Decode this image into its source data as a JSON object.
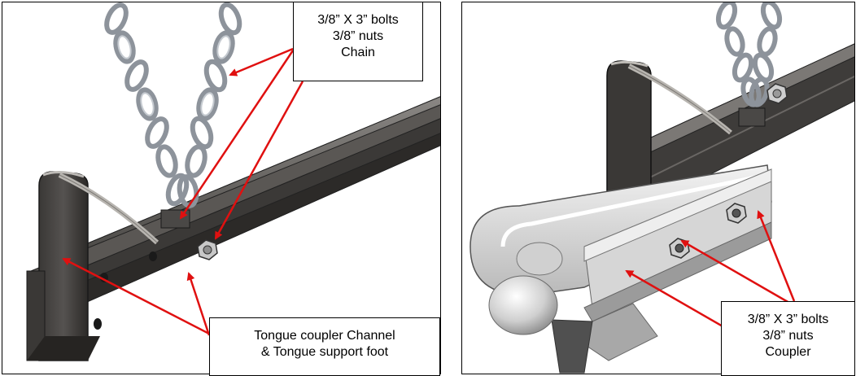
{
  "left_panel": {
    "callout_top": {
      "lines": [
        "3/8” X 3” bolts",
        "3/8” nuts",
        "Chain"
      ]
    },
    "callout_bottom": {
      "lines": [
        "Tongue coupler Channel",
        "& Tongue support foot"
      ]
    }
  },
  "right_panel": {
    "callout": {
      "lines": [
        "3/8” X 3” bolts",
        "3/8” nuts",
        "Coupler"
      ]
    }
  },
  "colors": {
    "arrow": "#e01010",
    "steel_dark": "#3f3d3a",
    "steel_mid": "#6a6764",
    "chain": "#9aa0a8",
    "zinc": "#d8d8d8"
  }
}
